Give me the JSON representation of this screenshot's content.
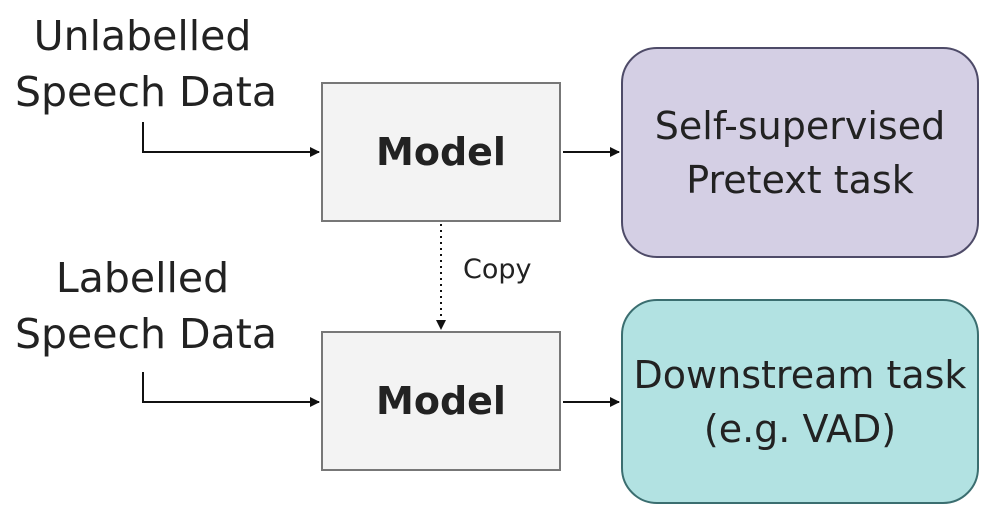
{
  "inputs": {
    "unlabelled_line1": "Unlabelled",
    "unlabelled_line2": "Speech Data",
    "labelled_line1": "Labelled",
    "labelled_line2": "Speech Data"
  },
  "models": {
    "top_label": "Model",
    "bottom_label": "Model"
  },
  "copy_label": "Copy",
  "tasks": {
    "pretext_line1": "Self-supervised",
    "pretext_line2": "Pretext task",
    "downstream_line1": "Downstream task",
    "downstream_line2": "(e.g. VAD)"
  },
  "colors": {
    "model_fill": "#f3f3f3",
    "pretext_fill": "#d4cfe4",
    "downstream_fill": "#b2e2e2",
    "arrow": "#111111"
  }
}
